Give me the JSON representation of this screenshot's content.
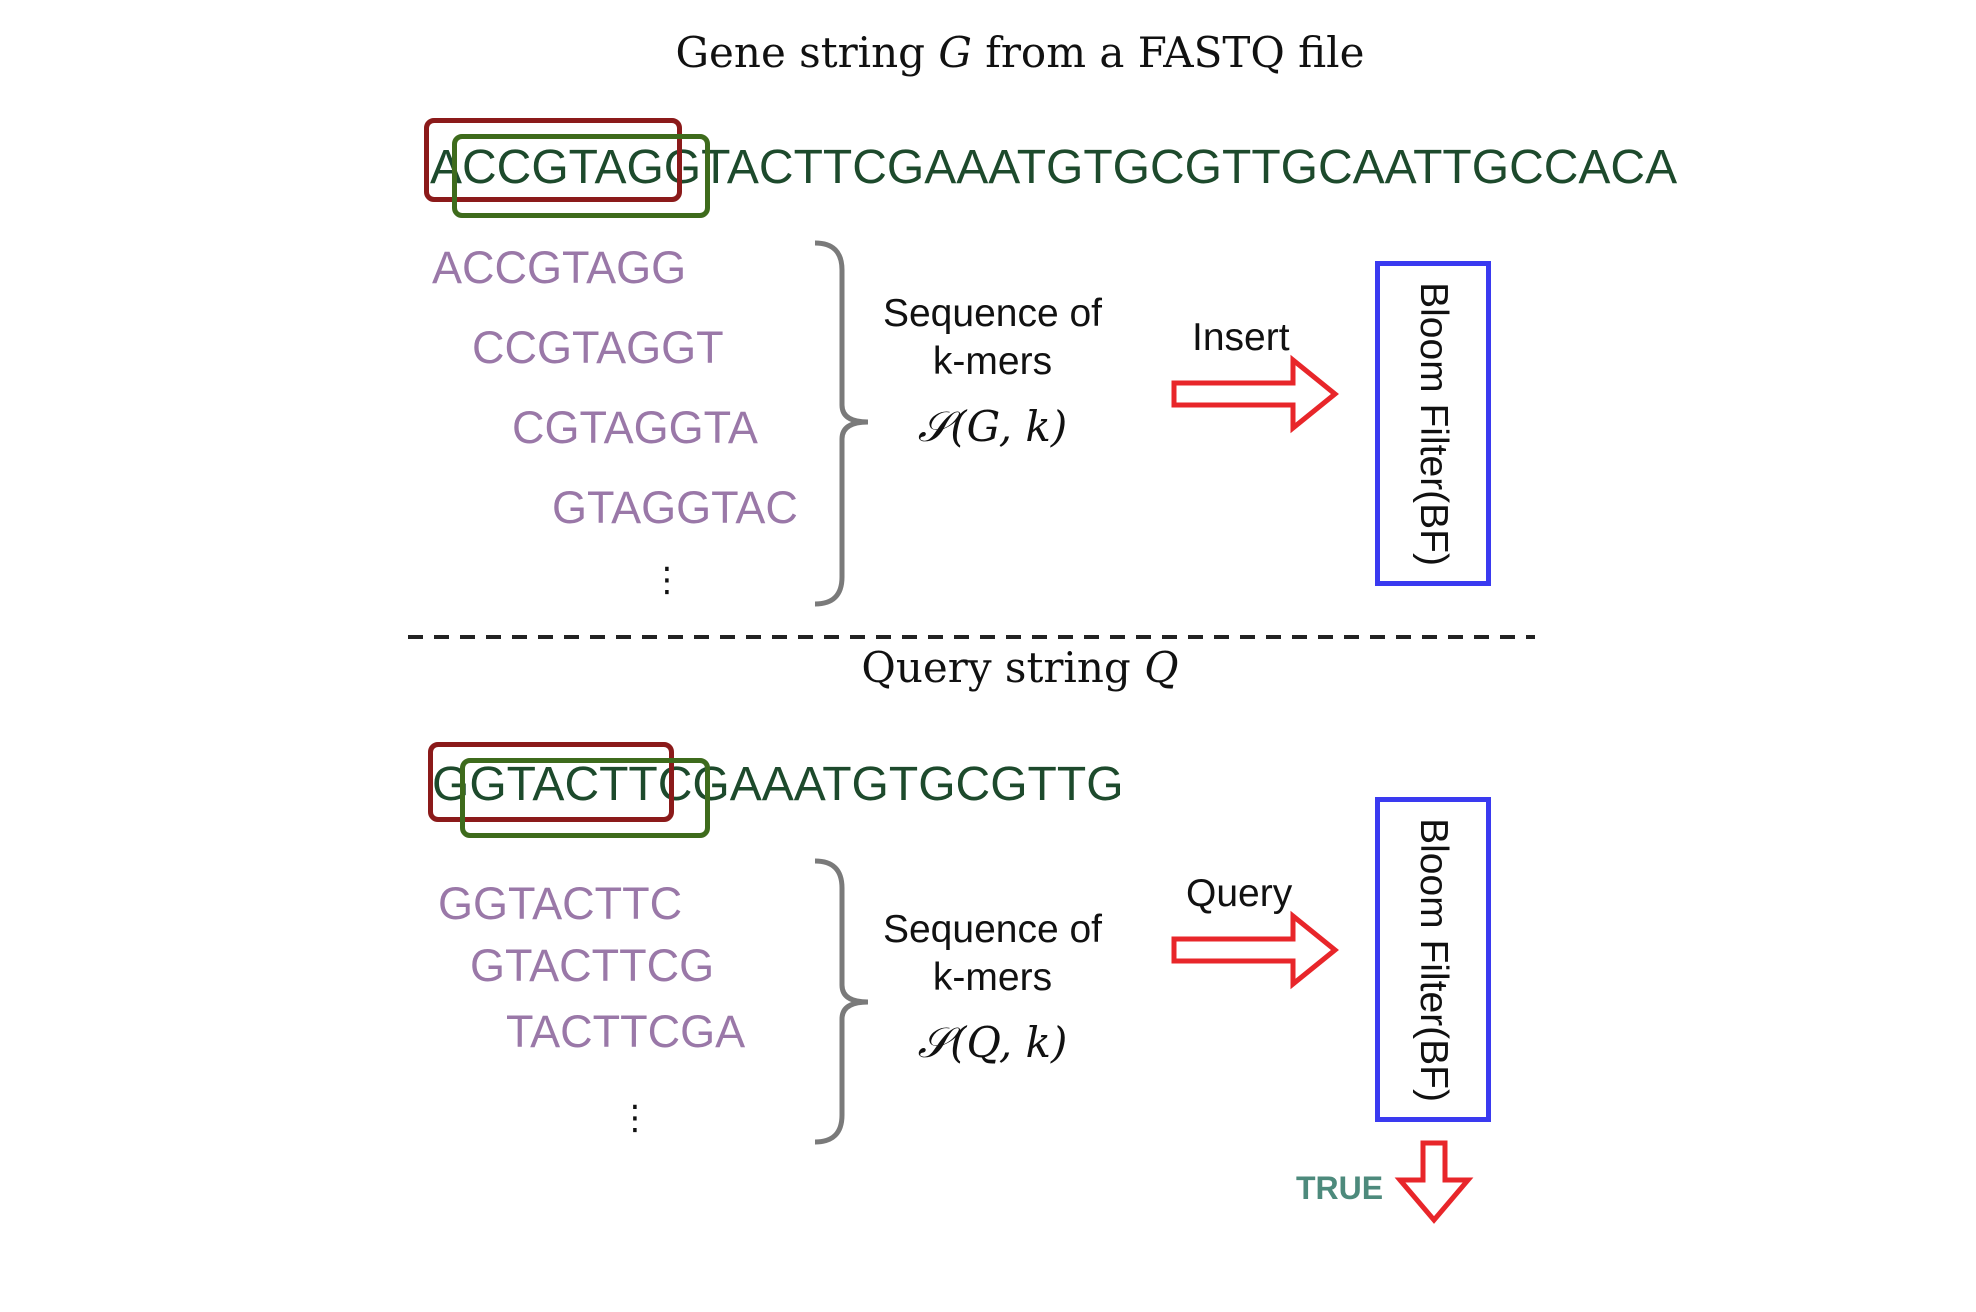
{
  "top": {
    "title_prefix": "Gene string ",
    "title_var": "G",
    "title_suffix": " from a FASTQ file",
    "sequence": "ACCGTAGGTACTTCGAAATGTGCGTTGCAATTGCCACA",
    "kmers": [
      "ACCGTAGG",
      "CCGTAGGT",
      "CGTAGGTA",
      "GTAGGTAC"
    ],
    "ellipsis": "⋮",
    "label_line1": "Sequence of",
    "label_line2": "k-mers",
    "math": "𝒮(G, k)",
    "arrow_label": "Insert",
    "filter_label": "Bloom Filter(BF)"
  },
  "bottom": {
    "title_prefix": "Query string ",
    "title_var": "Q",
    "sequence": "GGTACTTCGAAATGTGCGTTG",
    "kmers": [
      "GGTACTTC",
      "GTACTTCG",
      "TACTTCGA"
    ],
    "ellipsis": "⋮",
    "label_line1": "Sequence of",
    "label_line2": "k-mers",
    "math": "𝒮(Q, k)",
    "arrow_label": "Query",
    "filter_label": "Bloom Filter(BF)",
    "result": "TRUE"
  },
  "colors": {
    "sequence": "#1d4a2c",
    "kmer": "#9a78a8",
    "window_first": "#8b1a1a",
    "window_second": "#3e6b1c",
    "arrow": "#e8262a",
    "filter_border": "#3a3af0",
    "brace": "#7a7a7a",
    "result": "#4d8a7c"
  }
}
